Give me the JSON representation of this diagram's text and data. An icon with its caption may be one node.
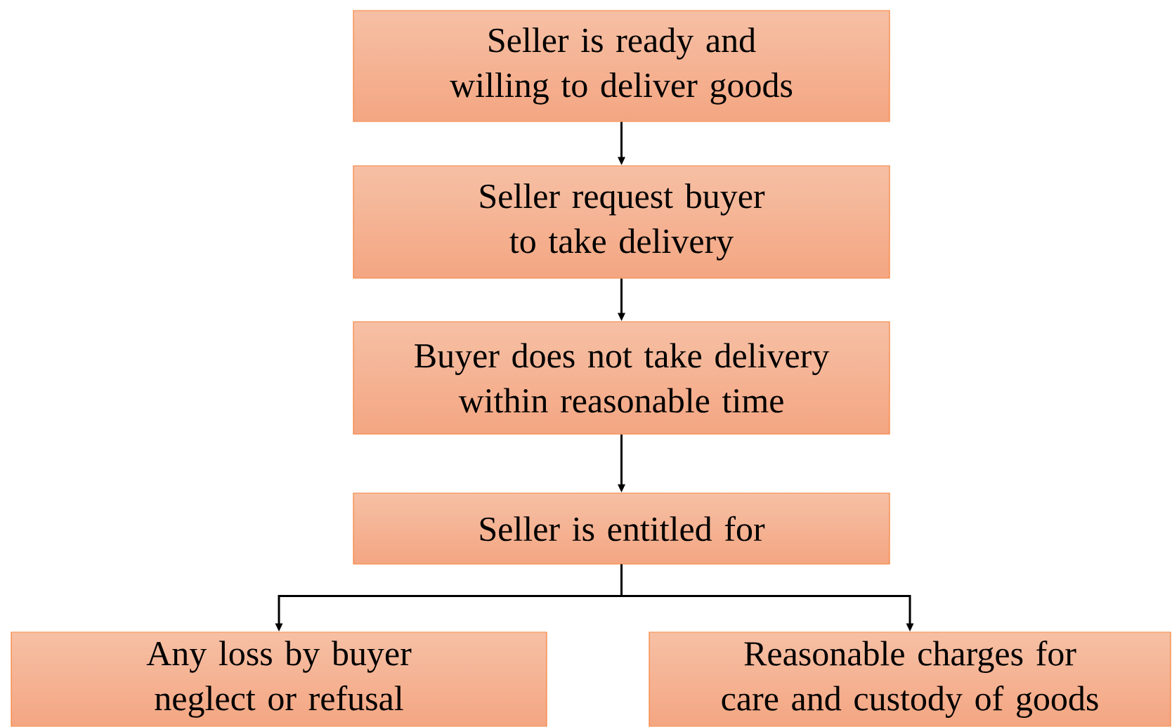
{
  "diagram": {
    "nodes": [
      {
        "text": [
          "Seller is ready and willing to deliver goods"
        ]
      },
      {
        "text": [
          "Seller request buyer to take delivery"
        ]
      },
      {
        "text": [
          "Buyer does not take delivery within reasonable time"
        ]
      },
      {
        "text": [
          "Seller is entitled for"
        ]
      },
      {
        "text": [
          "Any loss by buyer neglect or refusal"
        ]
      },
      {
        "text": [
          "Reasonable charges for care and custody of goods"
        ]
      }
    ],
    "edges": [
      {
        "from": 0,
        "to": 1,
        "arrow": "to"
      },
      {
        "from": 1,
        "to": 2,
        "arrow": "to"
      },
      {
        "from": 2,
        "to": 3,
        "arrow": "to"
      },
      {
        "from": 3,
        "to": 4,
        "arrow": "to"
      },
      {
        "from": 3,
        "to": 5,
        "arrow": "to"
      }
    ]
  }
}
